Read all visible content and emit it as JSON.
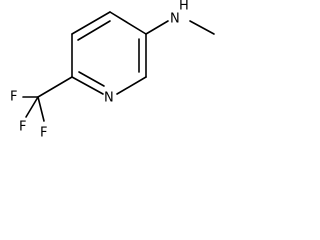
{
  "molecule": {
    "atoms": {
      "amine_n": "N",
      "amine_h": "H",
      "ring_n": "N",
      "fluorine_1": "F",
      "fluorine_2": "F",
      "fluorine_3": "F"
    }
  }
}
